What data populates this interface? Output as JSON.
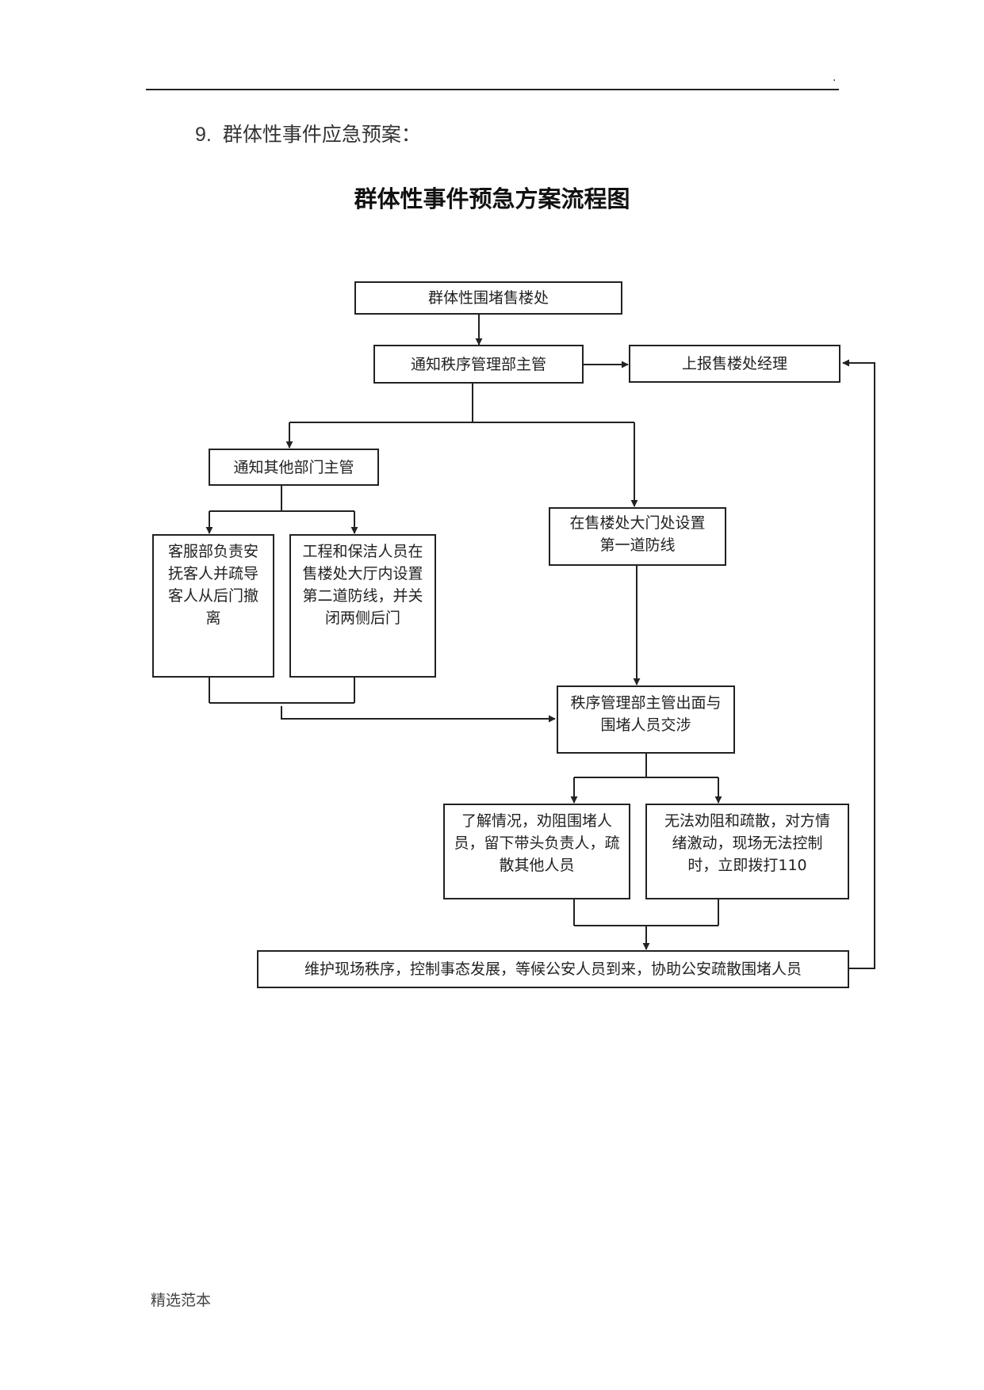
{
  "header": {
    "dot": "."
  },
  "section": {
    "number": "9.",
    "title": "群体性事件应急预案："
  },
  "diagram": {
    "title": "群体性事件预急方案流程图",
    "nodes": {
      "start": "群体性围堵售楼处",
      "notify_order": "通知秩序管理部主管",
      "report_manager": "上报售楼处经理",
      "notify_others": "通知其他部门主管",
      "first_defense": "在售楼处大门处设置第一道防线",
      "customer_service": "客服部负责安抚客人并疏导客人从后门撤离",
      "second_defense": "工程和保洁人员在售楼处大厅内设置第二道防线，并关闭两侧后门",
      "negotiate": "秩序管理部主管出面与围堵人员交涉",
      "persuade": "了解情况，劝阻围堵人员，留下带头负责人，疏散其他人员",
      "call_police": "无法劝阻和疏散，对方情绪激动，现场无法控制时，立即拨打110",
      "maintain": "维护现场秩序，控制事态发展，等候公安人员到来，协助公安疏散围堵人员"
    }
  },
  "footer": {
    "note": "精选范本"
  }
}
